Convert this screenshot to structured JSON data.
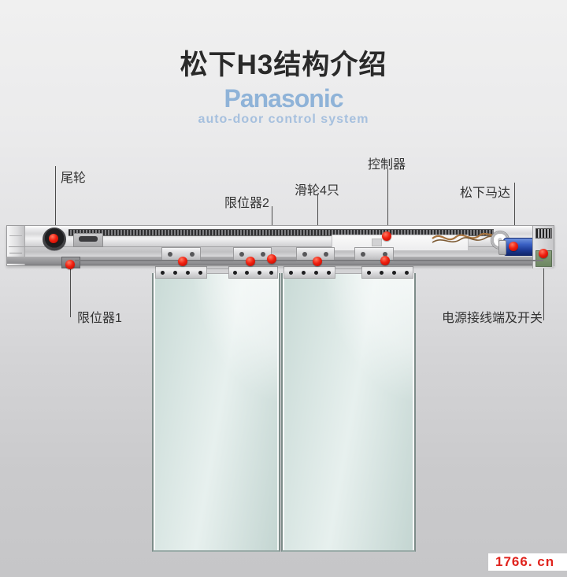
{
  "header": {
    "title": "松下H3结构介绍"
  },
  "brand": {
    "logo": "Panasonic",
    "tagline": "auto-door control system",
    "logo_color": "#8fb3d8"
  },
  "callouts": [
    {
      "id": "tail-wheel",
      "text": "尾轮"
    },
    {
      "id": "limiter-2",
      "text": "限位器2"
    },
    {
      "id": "pulleys-x4",
      "text": "滑轮4只"
    },
    {
      "id": "controller",
      "text": "控制器"
    },
    {
      "id": "panasonic-motor",
      "text": "松下马达"
    },
    {
      "id": "limiter-1",
      "text": "限位器1"
    },
    {
      "id": "power-terminal",
      "text": "电源接线端及开关"
    }
  ],
  "watermark": {
    "text": "1766. cn",
    "color": "#e0231d"
  },
  "colors": {
    "marker_red": "#e8150c",
    "rail_silver": "#d6d6d8",
    "motor_blue": "#2c52b4",
    "glass_green": "#dfeae8"
  }
}
